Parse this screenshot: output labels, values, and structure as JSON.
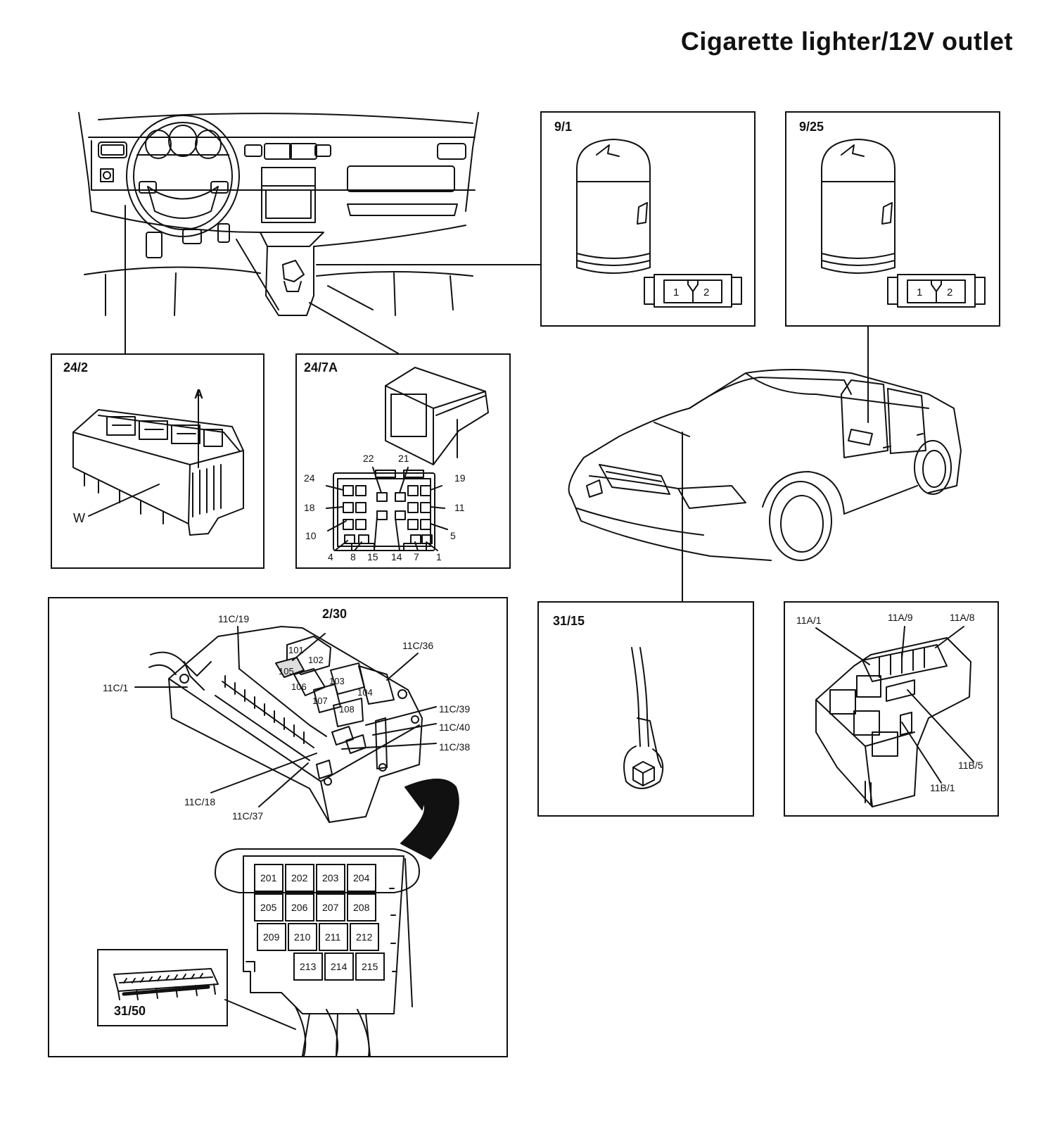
{
  "title": "Cigarette lighter/12V outlet",
  "panels": {
    "p9_1": "9/1",
    "p9_25": "9/25",
    "p24_2": "24/2",
    "p24_7a": "24/7A",
    "p31_15": "31/15",
    "p2_30": "2/30",
    "p31_50": "31/50"
  },
  "panel_24_2_labels": {
    "a": "A",
    "w": "W"
  },
  "lighter_pins": [
    "1",
    "2"
  ],
  "connector_24_7a_pins": [
    "22",
    "21",
    "24",
    "19",
    "18",
    "11",
    "10",
    "5",
    "4",
    "8",
    "15",
    "14",
    "7",
    "1"
  ],
  "fusebox_2_30_labels": [
    "11C/19",
    "11C/36",
    "11C/1",
    "11C/39",
    "11C/40",
    "11C/38",
    "11C/18",
    "11C/37"
  ],
  "fusebox_2_30_relays": [
    "101",
    "102",
    "103",
    "104",
    "105",
    "106",
    "107",
    "108"
  ],
  "fusebox_lower_fuses": [
    "201",
    "202",
    "203",
    "204",
    "205",
    "206",
    "207",
    "208",
    "209",
    "210",
    "211",
    "212",
    "213",
    "214",
    "215"
  ],
  "relay_box_labels": [
    "11A/1",
    "11A/9",
    "11A/8",
    "11B/5",
    "11B/1"
  ]
}
